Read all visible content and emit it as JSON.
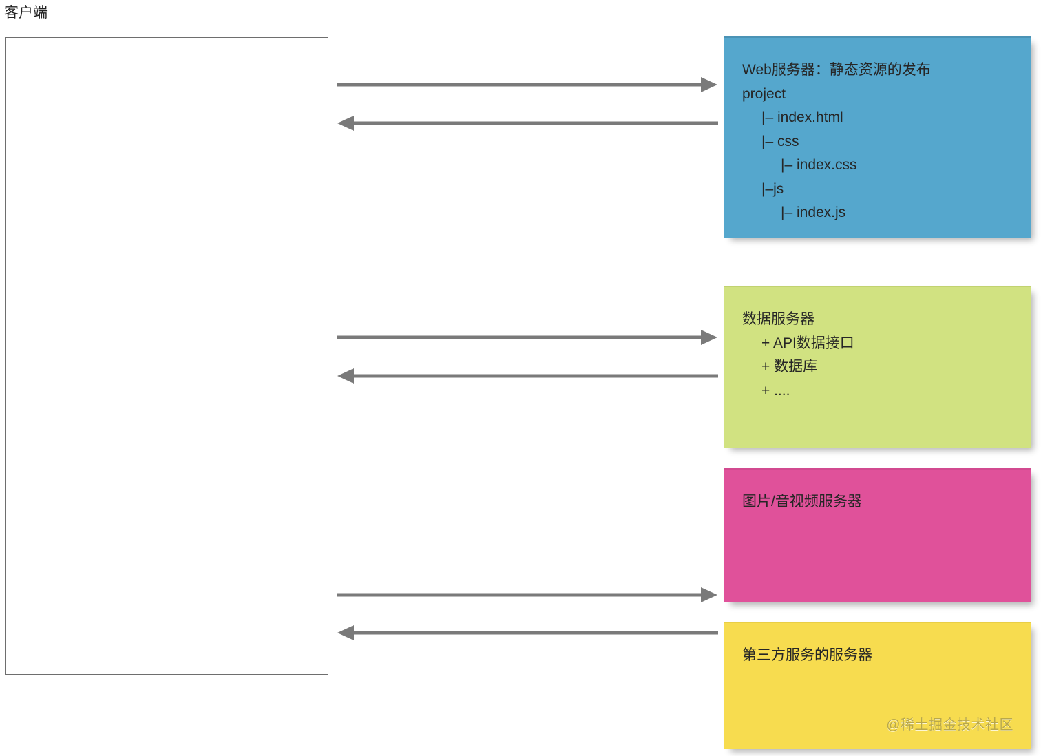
{
  "diagram": {
    "title": "客户端",
    "client": {
      "label": "客户端",
      "box_name": "client-box"
    },
    "servers": [
      {
        "id": "web-server",
        "color": "#55A7CD",
        "lines": [
          "Web服务器：静态资源的发布",
          "project",
          "|– index.html",
          "|– css",
          "|– index.css",
          "|–js",
          "|– index.js"
        ],
        "indents": [
          0,
          0,
          1,
          1,
          2,
          1,
          2
        ]
      },
      {
        "id": "data-server",
        "color": "#D1E281",
        "lines": [
          "数据服务器",
          "+ API数据接口",
          "+ 数据库",
          "+ ...."
        ],
        "indents": [
          0,
          1,
          1,
          1
        ]
      },
      {
        "id": "media-server",
        "color": "#E0519A",
        "lines": [
          "图片/音视频服务器"
        ],
        "indents": [
          0
        ]
      },
      {
        "id": "third-party-server",
        "color": "#F7DC4F",
        "lines": [
          "第三方服务的服务器"
        ],
        "indents": [
          0
        ],
        "watermark": "@稀土掘金技术社区"
      }
    ],
    "arrows": [
      {
        "id": "request-web",
        "direction": "right",
        "from": "client",
        "to": "web-server"
      },
      {
        "id": "response-web",
        "direction": "left",
        "from": "web-server",
        "to": "client"
      },
      {
        "id": "request-data",
        "direction": "right",
        "from": "client",
        "to": "data-server"
      },
      {
        "id": "response-data",
        "direction": "left",
        "from": "data-server",
        "to": "client"
      },
      {
        "id": "request-media",
        "direction": "right",
        "from": "client",
        "to": "media-server"
      },
      {
        "id": "response-third",
        "direction": "left",
        "from": "third-party-server",
        "to": "client"
      }
    ],
    "arrow_color": "#7A7A7A"
  }
}
